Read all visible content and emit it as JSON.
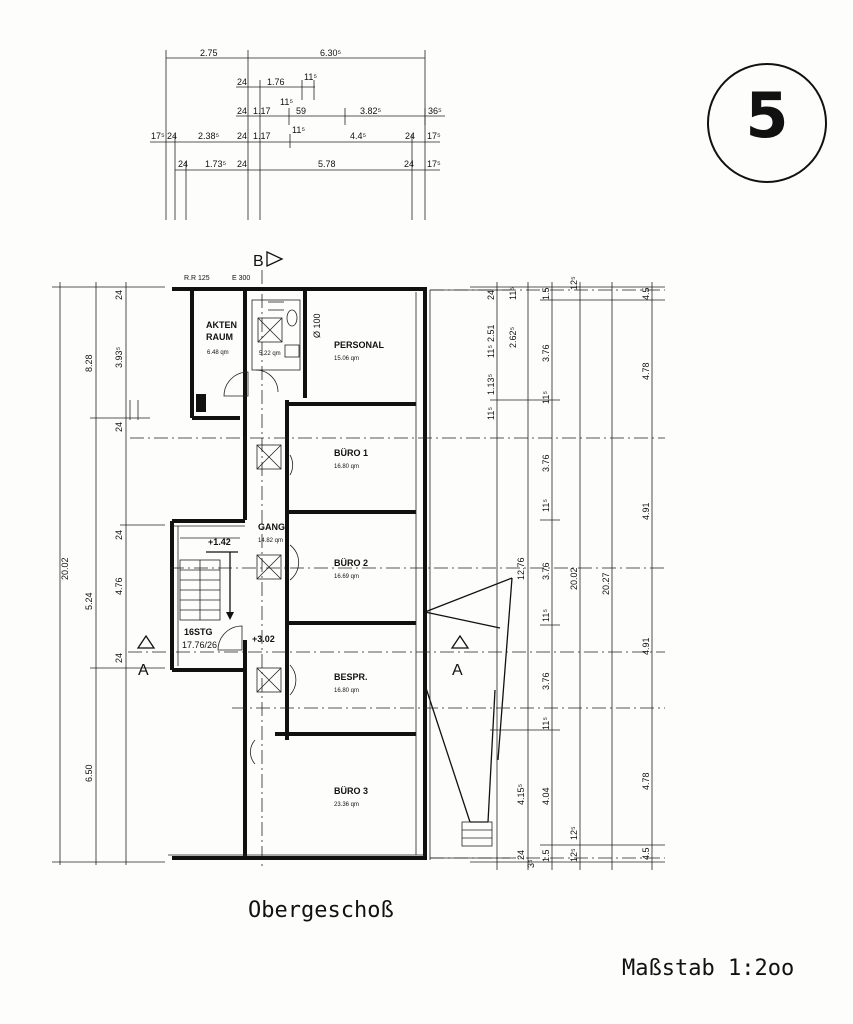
{
  "sheet_number": "5",
  "caption": "Obergeschoß",
  "scale": "Maßstab 1:2oo",
  "section_marks": {
    "a_left": "A",
    "a_right": "A",
    "b": "B"
  },
  "rooms": {
    "akten": {
      "name1": "AKTEN",
      "name2": "RAUM",
      "area": "6.48 qm"
    },
    "wc": {
      "area": "5.22 qm",
      "dim": "Ø 100"
    },
    "personal": {
      "name": "PERSONAL",
      "area": "15.06 qm"
    },
    "buro1": {
      "name": "BÜRO 1",
      "area": "16.80 qm"
    },
    "gang": {
      "name": "GANG",
      "area": "14.82 qm"
    },
    "buro2": {
      "name": "BÜRO 2",
      "area": "16.69 qm"
    },
    "stair": {
      "name": "16STG",
      "rise": "17.76/26",
      "level": "+1.42"
    },
    "level_302": "+3.02",
    "bespr": {
      "name": "BESPR.",
      "area": "16.80 qm"
    },
    "buro3": {
      "name": "BÜRO 3",
      "area": "23.36 qm"
    }
  },
  "top_labels": {
    "rr": "R.R 125",
    "e": "E 300"
  },
  "top_dims": {
    "r1_a": "2.75",
    "r1_b": "6.30⁵",
    "r2_a": "24",
    "r2_b": "1.76",
    "r2_c": "11⁵",
    "r3_a": "24",
    "r3_b": "1.17",
    "r3_c": "11⁵",
    "r3_d": "59",
    "r3_e": "3.82⁵",
    "r3_f": "36⁵",
    "r4_a": "17⁵",
    "r4_b": "24",
    "r4_c": "2.38⁵",
    "r4_d": "24",
    "r4_e": "1.17",
    "r4_f": "11⁵",
    "r4_g": "4.4⁵",
    "r4_h": "24",
    "r4_i": "17⁵",
    "r5_a": "24",
    "r5_b": "1.73⁵",
    "r5_c": "24",
    "r5_d": "5.78",
    "r5_e": "24",
    "r5_f": "17⁵"
  },
  "left_dims": {
    "total": "20.02",
    "d828": "8.28",
    "d524": "5.24",
    "d650": "6.50",
    "d393": "3.93⁵",
    "d476": "4.76",
    "d24a": "24",
    "d24b": "24",
    "d24c": "24",
    "d24d": "24"
  },
  "right_dims": {
    "c1_24": "24",
    "c1_2625": "2.62⁵",
    "c1_115": "11⁵",
    "c1_1135": "1.13⁵",
    "c1_251": "2.51",
    "c1_115b": "11⁵",
    "c2_15": "1.5",
    "c2_376a": "3.76",
    "c2_115a": "11⁵",
    "c2_376b": "3.76",
    "c2_115b": "11⁵",
    "c2_376c": "3.76",
    "c2_115c": "11⁵",
    "c2_376d": "3.76",
    "c2_115d": "11⁵",
    "c2_404": "4.04",
    "c2_15b": "1.5",
    "c2_1276": "12.76",
    "c2_115e": "11⁵",
    "c2_415": "4.15⁵",
    "c3_2002": "20.02",
    "c3_2027": "20.27",
    "c3_125a": "12⁵",
    "c3_125b": "12⁵",
    "c4_45a": "4.5",
    "c4_478": "4.78",
    "c4_491a": "4.91",
    "c4_491b": "4.91",
    "c4_478b": "4.78",
    "c4_45b": "4.5",
    "b_24": "24",
    "b_35": "3⁵",
    "b_125": "12⁵"
  }
}
